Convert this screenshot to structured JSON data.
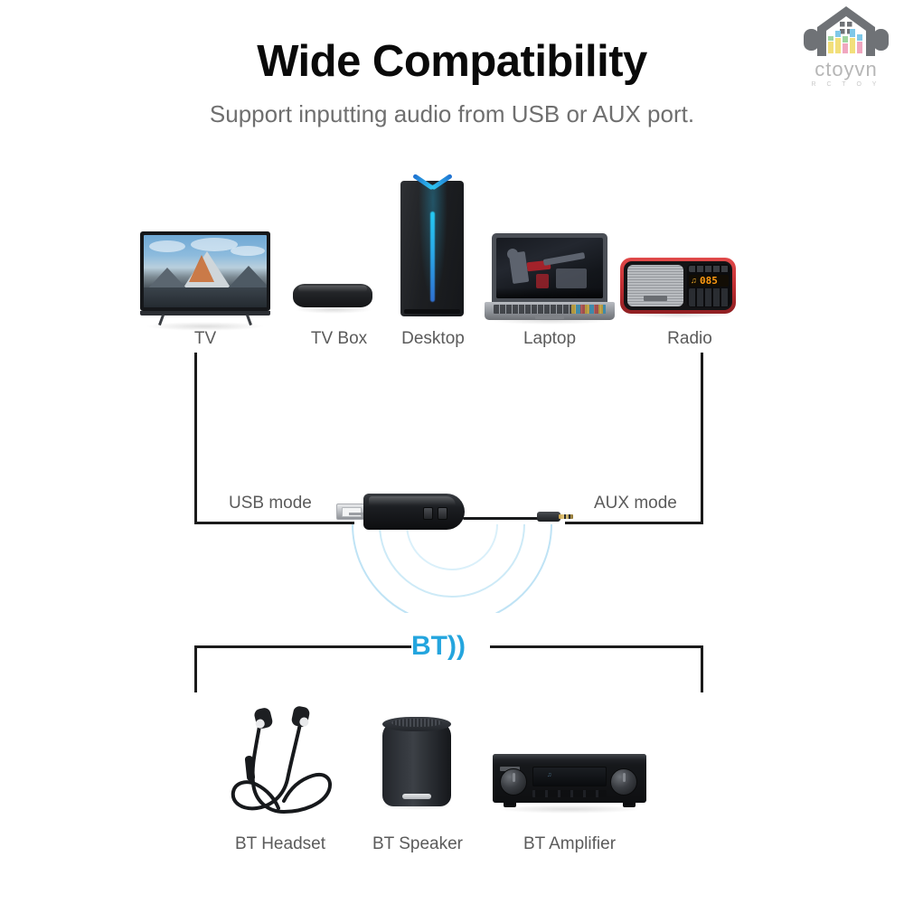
{
  "header": {
    "title": "Wide Compatibility",
    "subtitle": "Support inputting audio from USB or AUX port."
  },
  "logo": {
    "name": "ctoyvn",
    "sub": "R C T O Y",
    "icon": "house-headphones-equalizer-logo",
    "bar_colors": [
      "#7fc8e8",
      "#f2df7a",
      "#9fd6a0",
      "#f0a7c0"
    ]
  },
  "sources": {
    "mode_left_label": "USB mode",
    "mode_right_label": "AUX mode",
    "devices": [
      {
        "label": "TV",
        "icon": "tv-icon"
      },
      {
        "label": "TV Box",
        "icon": "tv-box-icon"
      },
      {
        "label": "Desktop",
        "icon": "desktop-tower-icon"
      },
      {
        "label": "Laptop",
        "icon": "laptop-icon"
      },
      {
        "label": "Radio",
        "icon": "radio-icon"
      }
    ]
  },
  "adapter": {
    "name": "usb-bluetooth-audio-adapter",
    "connector_left": "USB-A",
    "connector_right": "3.5mm AUX jack",
    "buttons": 2
  },
  "bluetooth": {
    "badge_label": "BT",
    "signal_arcs": 2,
    "color": "#24a5de",
    "wave_color": "#bfe3f5",
    "wave_rings": 3
  },
  "outputs": {
    "devices": [
      {
        "label": "BT Headset",
        "icon": "neckband-earphones-icon"
      },
      {
        "label": "BT Speaker",
        "icon": "bluetooth-speaker-icon"
      },
      {
        "label": "BT Amplifier",
        "icon": "av-receiver-icon"
      }
    ]
  },
  "radio_display": {
    "value": "085",
    "color": "#ff9b12"
  },
  "colors": {
    "background": "#ffffff",
    "title": "#0a0a0a",
    "subtitle": "#6f6f6f",
    "label": "#5b5b5b",
    "line": "#1b1b1b",
    "accent": "#24a5de"
  }
}
